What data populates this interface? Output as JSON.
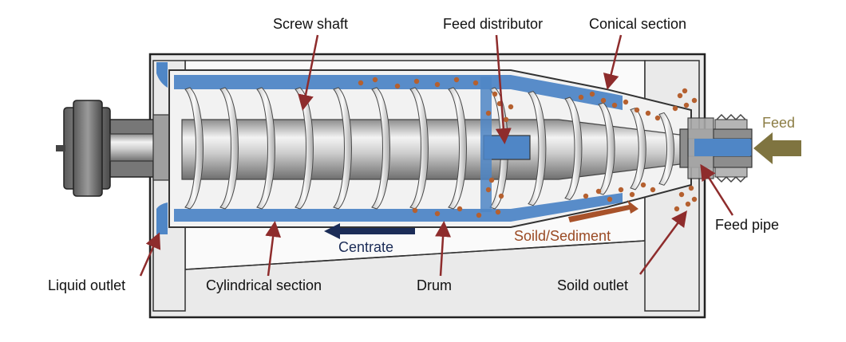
{
  "labels": {
    "screw_shaft": "Screw shaft",
    "feed_distributor": "Feed distributor",
    "conical_section": "Conical section",
    "feed": "Feed",
    "feed_pipe": "Feed pipe",
    "liquid_outlet": "Liquid outlet",
    "cylindrical_section": "Cylindrical section",
    "centrate": "Centrate",
    "drum": "Drum",
    "soil_sediment": "Soild/Sediment",
    "soil_outlet": "Soild outlet"
  },
  "colors": {
    "liquid": "#4f86c6",
    "solids": "#b5602f",
    "leader_line": "#8e2c2c",
    "centrate_arrow": "#1b2c57",
    "sediment_arrow": "#a8522a",
    "feed_arrow": "#7f7440",
    "frame": "#e9e9e9",
    "metal": "#bdbdbd"
  }
}
